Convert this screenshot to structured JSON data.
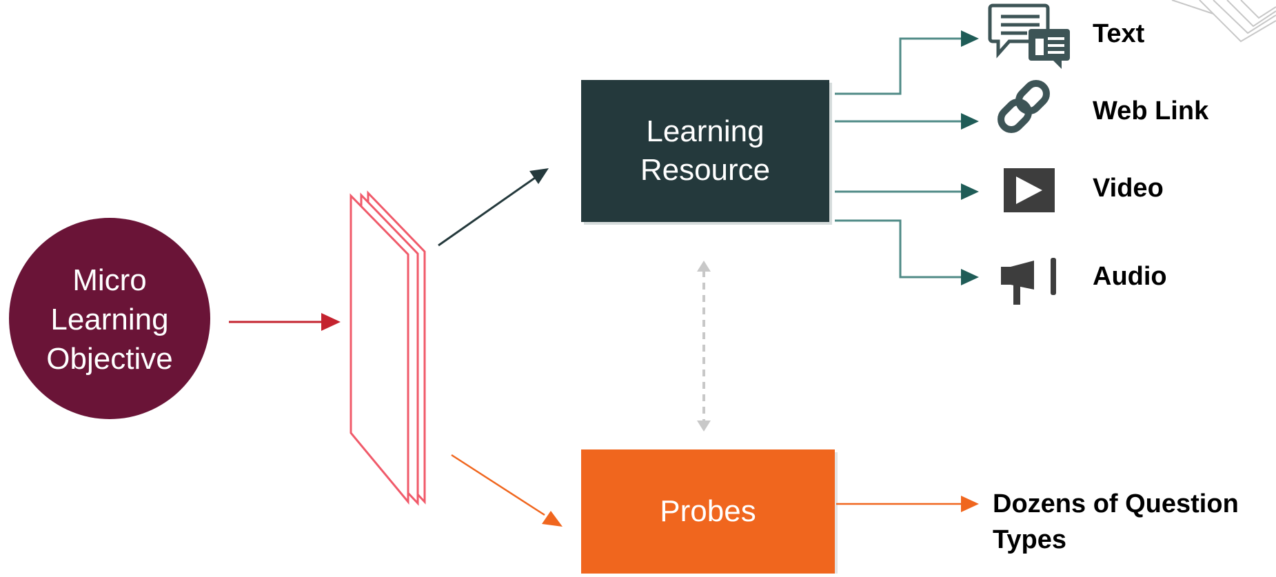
{
  "objective": {
    "lines": [
      "Micro",
      "Learning",
      "Objective"
    ]
  },
  "learning_resource": {
    "lines": [
      "Learning",
      "Resource"
    ]
  },
  "probes": {
    "label": "Probes"
  },
  "outputs": [
    {
      "label": "Text",
      "icon": "chat-bubbles-icon"
    },
    {
      "label": "Web Link",
      "icon": "chain-link-icon"
    },
    {
      "label": "Video",
      "icon": "play-icon"
    },
    {
      "label": "Audio",
      "icon": "megaphone-icon"
    }
  ],
  "probe_output": {
    "lines": [
      "Dozens of Question",
      "Types"
    ]
  },
  "colors": {
    "objective": "#6a1437",
    "learning_resource": "#24393c",
    "probes": "#f0661e",
    "stack": "#f05a6a",
    "red_arrow": "#c4232f",
    "teal": "#4f8a86",
    "teal_arrowhead": "#1f5c57",
    "icon": "#3d5456",
    "dashed": "#c8c8c8"
  }
}
